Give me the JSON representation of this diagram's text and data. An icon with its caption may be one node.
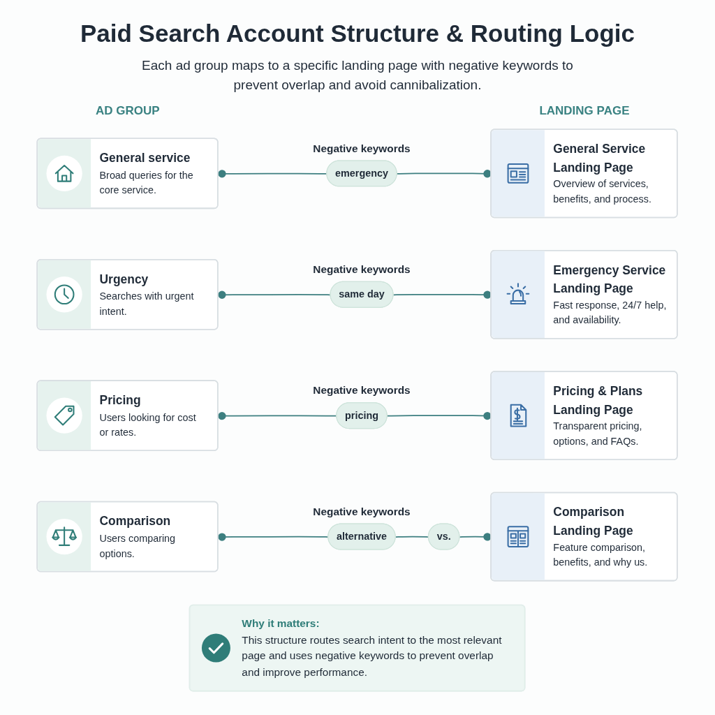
{
  "diagram": {
    "title": "Paid Search Account Structure & Routing Logic",
    "nodes": [
      {
        "text": [
          "General service",
          "Broad queries for the core service."
        ]
      },
      {
        "text": [
          "emergency"
        ],
        "beside": [
          "Negative keywords"
        ]
      },
      {
        "text": [
          "General Service Landing Page",
          "Overview of services, benefits, and process."
        ]
      },
      {
        "text": [
          "Urgency",
          "Searches with urgent intent."
        ]
      },
      {
        "text": [
          "same day"
        ],
        "beside": [
          "Negative keywords"
        ]
      },
      {
        "text": [
          "Emergency Service Landing Page",
          "Fast response, 24/7 help, and availability."
        ]
      },
      {
        "text": [
          "Pricing",
          "Users looking for cost or rates."
        ]
      },
      {
        "text": [
          "pricing"
        ],
        "beside": [
          "Negative keywords"
        ]
      },
      {
        "text": [
          "Pricing & Plans Landing Page",
          "Transparent pricing, options, and FAQs."
        ]
      },
      {
        "text": [
          "Comparison",
          "Users comparing options."
        ]
      },
      {
        "text": [
          "alternative"
        ],
        "beside": [
          "Negative keywords"
        ]
      },
      {
        "text": [
          "vs."
        ]
      },
      {
        "text": [
          "Comparison Landing Page",
          "Feature comparison, benefits, and why us."
        ]
      },
      {
        "text": [
          "Why it matters:",
          "This structure routes search intent to the most relevant page and uses negative keywords to prevent overlap and improve performance."
        ]
      }
    ],
    "edges": [
      {
        "from": 0,
        "to": 1,
        "arrow": "other"
      },
      {
        "from": 1,
        "to": 2,
        "arrow": "other"
      },
      {
        "from": 3,
        "to": 4,
        "arrow": "other"
      },
      {
        "from": 4,
        "to": 5,
        "arrow": "other"
      },
      {
        "from": 6,
        "to": 7,
        "arrow": "other"
      },
      {
        "from": 7,
        "to": 8,
        "arrow": "other"
      },
      {
        "from": 9,
        "to": 10,
        "arrow": "other"
      },
      {
        "from": 10,
        "to": 11,
        "arrow": "none"
      },
      {
        "from": 11,
        "to": 12,
        "arrow": "other"
      }
    ],
    "labels": [
      "Each ad group maps to a specific landing page with negative keywords to prevent overlap and avoid cannibalization.",
      "AD GROUP",
      "LANDING PAGE"
    ]
  }
}
